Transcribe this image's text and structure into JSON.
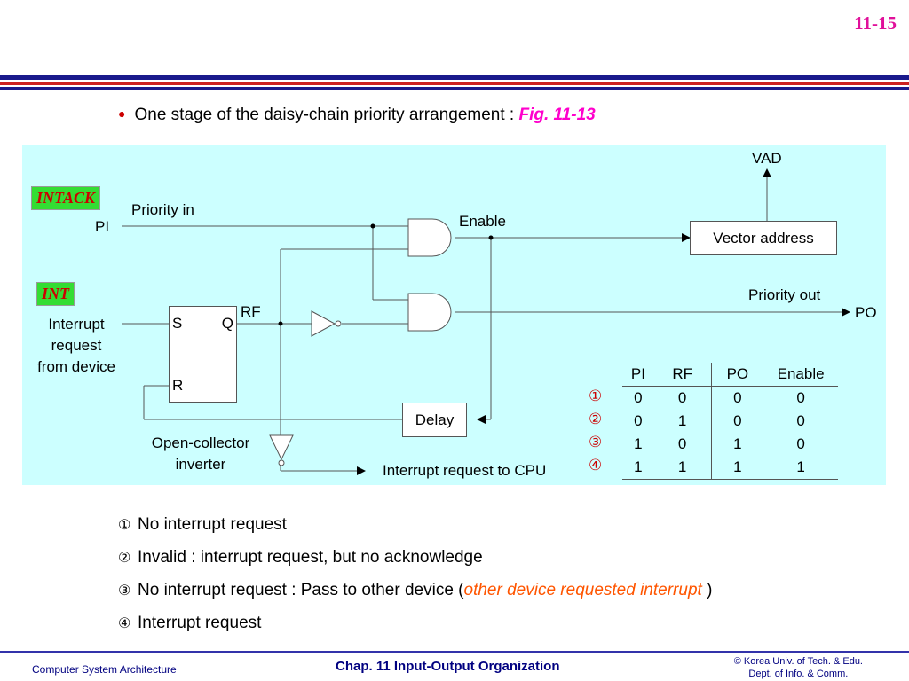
{
  "page_number": "11-15",
  "bullet": {
    "text": "One stage of the daisy-chain priority arrangement : ",
    "ref": "Fig. 11-13"
  },
  "diagram": {
    "intack_tag": "INTACK",
    "int_tag": "INT",
    "priority_in": "Priority in",
    "pi": "PI",
    "enable": "Enable",
    "vector_address": "Vector address",
    "vad": "VAD",
    "priority_out": "Priority out",
    "po": "PO",
    "rf": "RF",
    "s": "S",
    "q": "Q",
    "r": "R",
    "interrupt_request_from_device": [
      "Interrupt",
      "request",
      "from device"
    ],
    "delay": "Delay",
    "open_collector_inverter": [
      "Open-collector",
      "inverter"
    ],
    "interrupt_request_to_cpu": "Interrupt request to CPU"
  },
  "truth_table": {
    "headers": [
      "PI",
      "RF",
      "PO",
      "Enable"
    ],
    "row_markers": [
      "①",
      "②",
      "③",
      "④"
    ],
    "rows": [
      [
        "0",
        "0",
        "0",
        "0"
      ],
      [
        "0",
        "1",
        "0",
        "0"
      ],
      [
        "1",
        "0",
        "1",
        "0"
      ],
      [
        "1",
        "1",
        "1",
        "1"
      ]
    ]
  },
  "notes": [
    {
      "marker": "①",
      "text": "No interrupt request"
    },
    {
      "marker": "②",
      "text": "Invalid : interrupt request, but no acknowledge"
    },
    {
      "marker": "③",
      "text": "No interrupt request : Pass to other device (",
      "em": "other device requested interrupt",
      "tail": " )"
    },
    {
      "marker": "④",
      "text": "Interrupt request"
    }
  ],
  "footer": {
    "left": "Computer System Architecture",
    "center": "Chap. 11  Input-Output Organization",
    "right_line1": "© Korea Univ. of Tech. & Edu.",
    "right_line2": "Dept. of Info. & Comm."
  },
  "colors": {
    "page_number": "#e0109a",
    "rule_blue": "#1a1a8c",
    "rule_red": "#cc2222",
    "panel": "#ccffff",
    "tag_bg": "#33dd33",
    "tag_text": "#cc0000",
    "note_emphasis": "#ff5500",
    "footer_text": "#000080"
  }
}
